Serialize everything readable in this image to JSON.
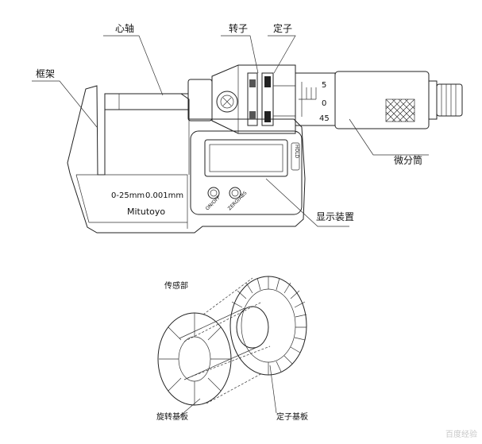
{
  "labels": {
    "spindle": "心轴",
    "rotor": "转子",
    "stator": "定子",
    "frame": "框架",
    "thimble": "微分筒",
    "display": "显示装置",
    "sensor": "传感部",
    "rotor_plate": "旋转基板",
    "stator_plate": "定子基板"
  },
  "body_text": {
    "range": "0-25mm",
    "resolution": "0.001mm",
    "brand": "Mitutoyo",
    "button_left": "ON/OFF",
    "button_right": "ZERO/ABS",
    "hold": "HOLD"
  },
  "scale": {
    "top": "5",
    "mid": "0",
    "bottom": "45"
  },
  "watermark": "百度经验"
}
